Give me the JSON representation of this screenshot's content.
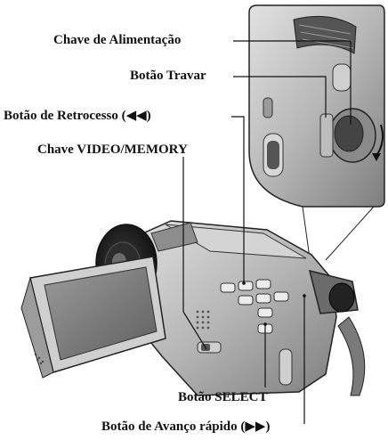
{
  "labels": {
    "power_switch": "Chave de Alimentação",
    "lock_button": "Botão Travar",
    "rewind_button": "Botão de Retrocesso (◀◀)",
    "video_memory_switch": "Chave VIDEO/MEMORY",
    "select_button": "Botão SELECT",
    "fast_forward_button": "Botão de Avanço rápido (▶▶)"
  }
}
